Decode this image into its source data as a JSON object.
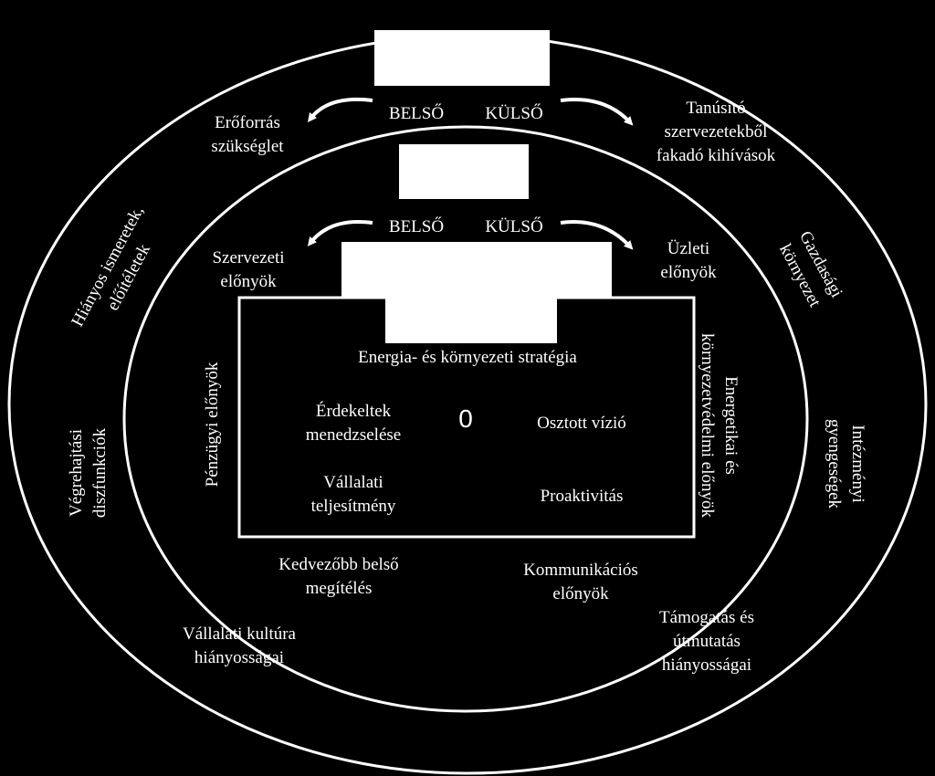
{
  "colors": {
    "background": "#000000",
    "foreground": "#ffffff"
  },
  "outer_ring": {
    "left_arrow_label": "BELSŐ",
    "right_arrow_label": "KÜLSŐ",
    "left_top": "Erőforrás\nszükséglet",
    "right_top": "Tanúsító\nszervezetekből\nfakadó kihívások",
    "left_upper_rotated": "Hiányos ismeretek,\nelőítéletek",
    "right_upper_rotated": "Gazdasági\nkörnyezet",
    "left_middle_rotated": "Végrehajtási\ndiszfunkciók",
    "right_middle_rotated": "Intézményi\ngyengeségek",
    "left_bottom": "Vállalati  kultúra\nhiányosságai",
    "right_bottom": "Támogatás és\nútmutatás\nhiányosságai"
  },
  "middle_ring": {
    "left_arrow_label": "BELSŐ",
    "right_arrow_label": "KÜLSŐ",
    "left_top": "Szervezeti\nelőnyök",
    "right_top": "Üzleti\nelőnyök",
    "left_rotated": "Pénzügyi előnyök",
    "right_rotated": "Energetikai  és\nkörnyezetvédelmi előnyök",
    "bottom_left": "Kedvezőbb belső\nmegítélés",
    "bottom_right": "Kommunikációs\nelőnyök"
  },
  "core": {
    "title": "Energia- és környezeti stratégia",
    "top_left": "Érdekeltek\nmenedzselése",
    "center_number": "0",
    "top_right": "Osztott vízió",
    "bottom_left": "Vállalati\nteljesítmény",
    "bottom_right": "Proaktivitás"
  }
}
